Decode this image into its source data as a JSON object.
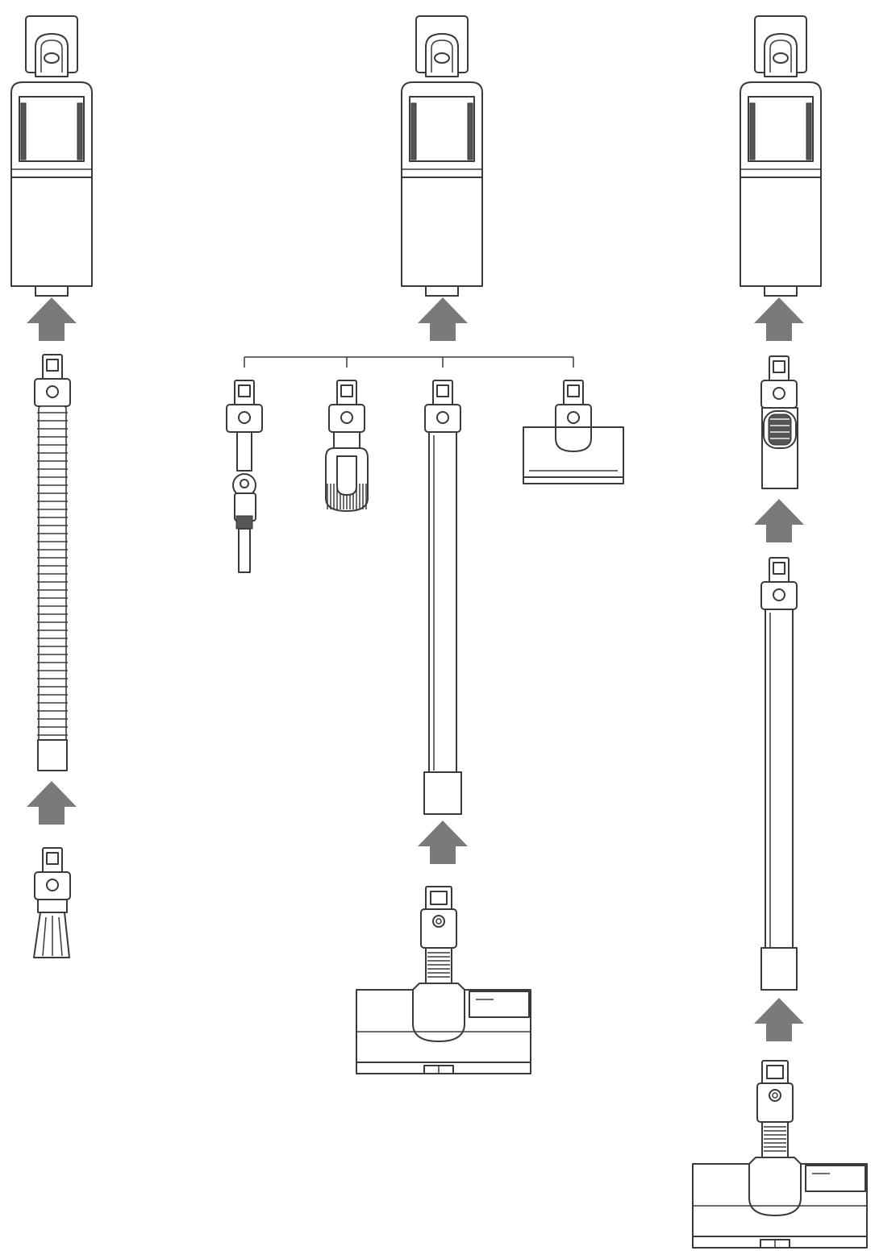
{
  "diagram": {
    "type": "assembly-diagram",
    "columns": [
      {
        "id": "column-1",
        "chain": [
          "vacuum-main-unit",
          "arrow",
          "flexible-hose",
          "arrow",
          "crevice-nozzle"
        ]
      },
      {
        "id": "column-2",
        "chain": [
          "vacuum-main-unit",
          "arrow",
          "accessory-branch",
          "arrow",
          "floor-brush"
        ],
        "branch_options": [
          "crevice-tool",
          "dusting-brush",
          "extension-tube",
          "mini-motorized-brush"
        ]
      },
      {
        "id": "column-3",
        "chain": [
          "vacuum-main-unit",
          "arrow",
          "extension-adapter",
          "arrow",
          "extension-tube",
          "arrow",
          "floor-brush"
        ]
      }
    ],
    "colors": {
      "line": "#3a3a3a",
      "arrow": "#7a7a7a",
      "background": "#ffffff"
    },
    "icons": [
      "arrow-up-icon"
    ]
  }
}
